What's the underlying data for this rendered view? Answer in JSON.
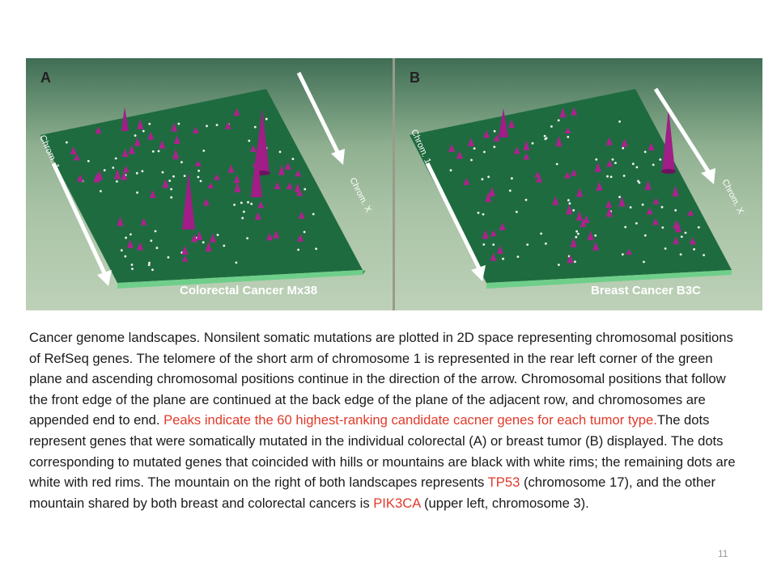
{
  "panels": [
    {
      "letter": "A",
      "label": "Colorectal Cancer Mx38",
      "axis_left": "Chrom. 1",
      "axis_right": "Chrom. X"
    },
    {
      "letter": "B",
      "label": "Breast Cancer B3C",
      "axis_left": "Chrom. 1",
      "axis_right": "Chrom. X"
    }
  ],
  "caption": {
    "part1": "Cancer genome landscapes. Nonsilent somatic mutations are plotted in 2D space representing chromosomal positions of RefSeq genes. The telomere of the short arm of chromosome 1 is represented in the rear left corner of the green plane and ascending chromosomal positions continue in the direction of the arrow.  Chromosomal positions that follow the front edge of the plane are continued at the back edge of the plane of the adjacent row, and chromosomes are appended end to end. ",
    "highlight1": "Peaks indicate the 60 highest-ranking candidate cacner genes for each tumor type.",
    "part2": "The dots represent genes that were somatically mutated in the individual colorectal (A) or breast tumor (B) displayed. The dots corresponding to mutated genes that coincided with hills or mountains are black with white rims; the remaining dots are white with red rims. The mountain on the right of both landscapes represents ",
    "highlight2": "TP53",
    "part3": " (chromosome 17), and the other mountain shared by both breast and colorectal cancers is ",
    "highlight3": "PIK3CA",
    "part4": " (upper left, chromosome 3)."
  },
  "page_number": "11",
  "colors": {
    "plane": "#1f6b40",
    "plane_edge": "#6fcf8a",
    "peak": "#b0208f",
    "highlight_text": "#e03a2a"
  }
}
